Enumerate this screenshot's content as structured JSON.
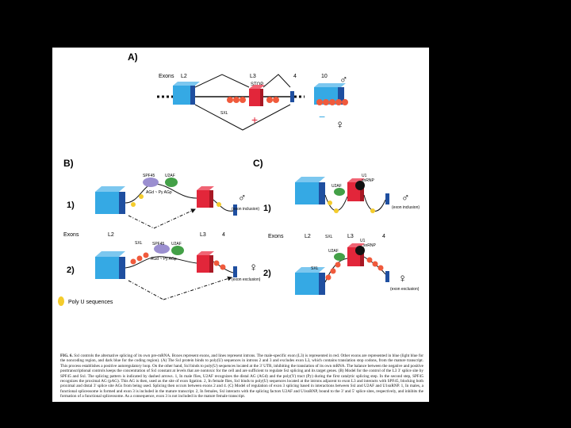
{
  "panels": {
    "a_label": "A)",
    "b_label": "B)",
    "c_label": "C)"
  },
  "panel_a": {
    "exons_label": "Exons",
    "l2": "L2",
    "l3": "L3",
    "stop": "STOP",
    "e4": "4",
    "e10": "10",
    "sxl": "SXL",
    "plus": "+",
    "minus": "−"
  },
  "panel_b": {
    "row1": "1)",
    "row2": "2)",
    "spf45_1": "SPF45",
    "u2af_1": "U2AF",
    "agd_py_agp_1": "AGd ~ Py AGp",
    "exon_inclusion": "(exon inclusion)",
    "exons_label": "Exons",
    "l2": "L2",
    "l3": "L3",
    "e4": "4",
    "sxl": "SXL",
    "spf45_2": "SPF45",
    "u2af_2": "U2AF",
    "agd_py_agp_2": "AGd ~ Py AGp",
    "exon_exclusion": "(exon exclusion)"
  },
  "panel_c": {
    "row1": "1)",
    "row2": "2)",
    "u1": "U1",
    "snrnp": "snRNP",
    "u2af": "U2AF",
    "exon_inclusion": "(exon inclusion)",
    "exons_label": "Exons",
    "l2": "L2",
    "sxl_mid": "SXL",
    "l3": "L3",
    "e4": "4",
    "u1_2": "U1",
    "snrnp_2": "snRNP",
    "sxl_2": "SXL",
    "u2af_2": "U2AF",
    "exon_exclusion": "(exon exclusion)"
  },
  "legend": {
    "poly_u": "Poly U sequences"
  },
  "colors": {
    "light_blue": "#35a9e4",
    "dark_blue": "#1f4fa0",
    "red": "#e2263a",
    "orange": "#f05a3c",
    "yellow": "#f4cc2c",
    "spf45_purple": "#9b8fd0",
    "u2af_green": "#43a047"
  },
  "caption": {
    "fig_label": "FIG. 6.",
    "text": "Sxl controls the alternative splicing of its own pre-mRNA. Boxes represent exons, and lines represent introns. The male-specific exon (L3) is represented in red. Other exons are represented in blue (light blue for the noncoding region, and dark blue for the coding region). (A) The Sxl protein binds to poly(U) sequences in introns 2 and 3 and excludes exon L3, which contains translation stop codons, from the mature transcript. This process establishes a positive autoregulatory loop. On the other hand, Sxl binds to poly(U) sequences located at the 3' UTR, inhibiting the translation of its own mRNA. The balance between the negative and positive posttranscriptional controls keeps the concentration of Sxl constant at levels that are nontoxic for the cell and are sufficient to regulate Sxl splicing and its target genes. (B) Model for the control of the L3 3' splice site by SPF45 and Sxl. The splicing pattern is indicated by dashed arrows. 1, In male flies, U2AF recognizes the distal AG (AGd) and the poly(Y) tract (Py) during the first catalytic splicing step. In the second step, SPF45 recognizes the proximal AG (pAG). This AG is then, used as the site of exon ligation. 2, In female flies, Sxl binds to poly(U) sequences located at the introns adjacent to exon L3 and interacts with SPF45, blocking both proximal and distal 3' splice site AGs from being used. Splicing then occurs between exons 2 and 4. (C) Model of regulation of exon 3 splicing based in interactions between Sxl and U2AF and U1snRNP. 1, In males, a functional spliceosome is formed and exon 3 is included in the mature transcript. 2, In females, Sxl interacts with the splicing factors U2AF and U1snRNP, bound to the 3' and 5' splice sites, respectively, and inhibits the formation of a functional spliceosome. As a consequence, exon 3 is not included in the mature female transcript."
  }
}
